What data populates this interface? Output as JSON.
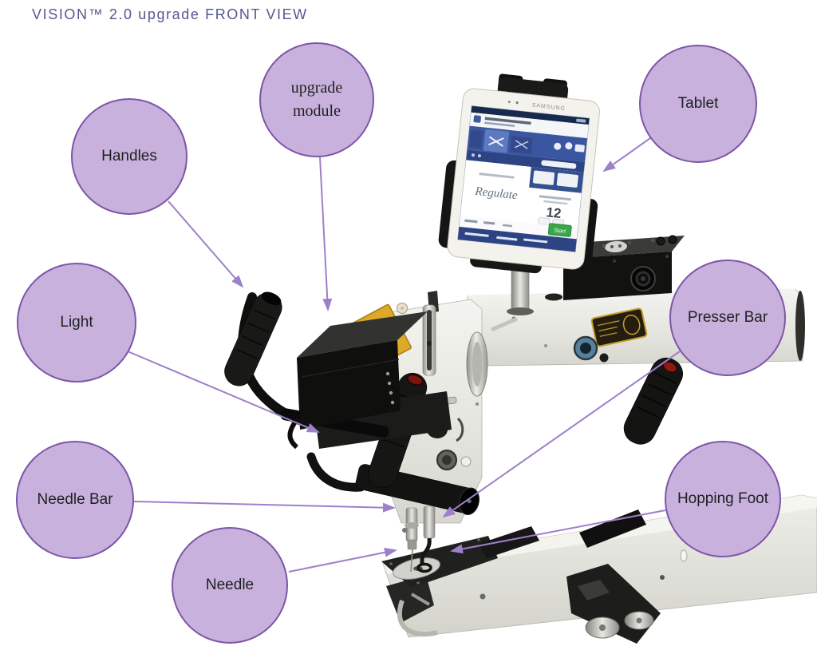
{
  "page": {
    "title": "VISION™ 2.0 upgrade FRONT VIEW"
  },
  "colors": {
    "title_text": "#565890",
    "callout_fill": "#c8b2dd",
    "callout_border": "#7d55a8",
    "arrow": "#9d80ca"
  },
  "callouts": {
    "handles": {
      "label": "Handles"
    },
    "upgrade_module": {
      "label": "upgrade module",
      "line1": "upgrade",
      "line2": "module"
    },
    "tablet": {
      "label": "Tablet"
    },
    "light": {
      "label": "Light"
    },
    "presser_bar": {
      "label": "Presser Bar"
    },
    "needle_bar": {
      "label": "Needle Bar"
    },
    "needle": {
      "label": "Needle"
    },
    "hopping_foot": {
      "label": "Hopping Foot"
    }
  },
  "machine": {
    "description": "White longarm quilting machine, front view, with black handlebars, upgrade module box, tablet on mount, needle assembly and lower bed on carriage",
    "tablet_screen": {
      "brand": "SAMSUNG",
      "mode_label": "Regulate",
      "stitches_value": "12",
      "start_button": "Start"
    }
  }
}
